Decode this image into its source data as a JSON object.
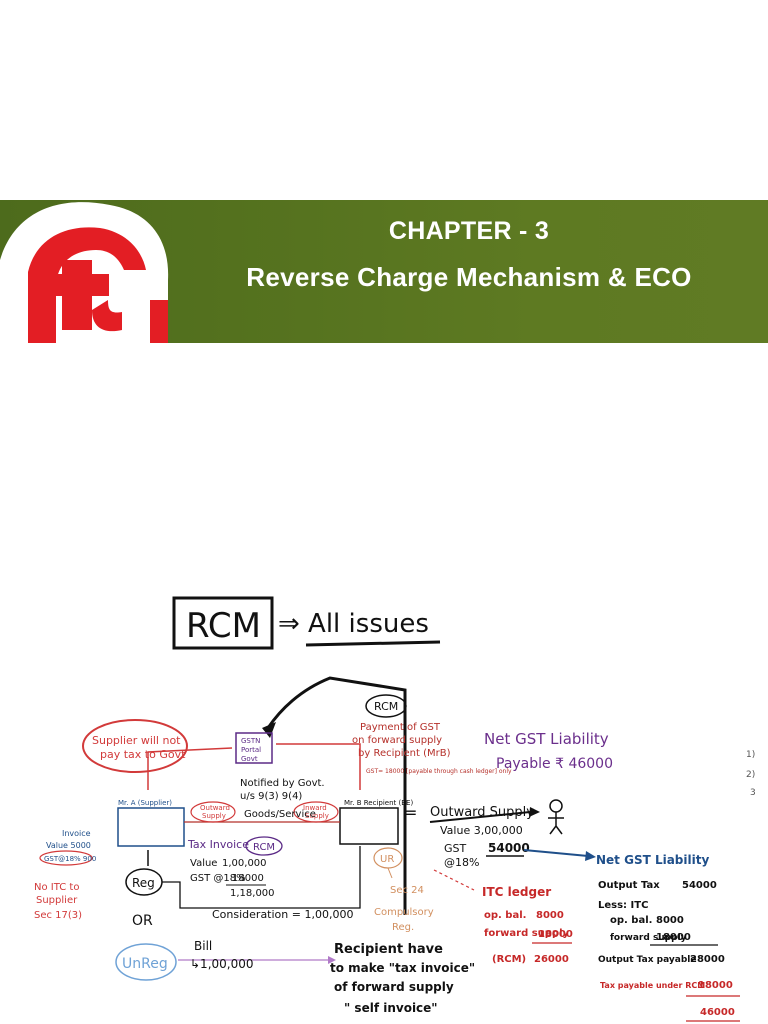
{
  "banner": {
    "chapter": "CHAPTER - 3",
    "title": "Reverse Charge Mechanism & ECO",
    "logo_icon": "tg-logo-icon",
    "bg_color": "#5a7620",
    "logo_red": "#e31e24"
  },
  "notes": {
    "heading_left": "RCM",
    "heading_right": "⇒ All issues",
    "rcm_circle": "RCM",
    "rcm_payment": [
      "Payment of GST",
      "on forward supply",
      "by Recipient (MrB)"
    ],
    "rcm_gst": "GST= 18000 [payable through cash ledger] only",
    "supplier_note": [
      "Supplier will not",
      "pay tax to Govt"
    ],
    "gstn_box": [
      "GSTN",
      "Portal",
      "Govt"
    ],
    "net_gst_top": "Net GST Liability",
    "payable_top": "Payable ₹ 46000",
    "notified": [
      "Notified by Govt.",
      "u/s 9(3) 9(4)"
    ],
    "goods_service": "Goods/Service",
    "supplier_label": "Mr. A (Supplier)",
    "recipient_label": "Mr. B Recipient (BE)",
    "outward_box": [
      "Outward",
      "Supply"
    ],
    "inward_box": [
      "Inward",
      "Supply"
    ],
    "outward_supply": "Outward Supply",
    "value_out": "Value 3,00,000",
    "gst_out_label": "GST",
    "gst_out_rate": "@18%",
    "gst_out_value": "54000",
    "invoice_left": [
      "Invoice",
      "Value 5000",
      "GST@18% 900"
    ],
    "no_itc": [
      "No ITC to",
      "Supplier",
      "Sec 17(3)"
    ],
    "tax_invoice": "Tax Invoice",
    "rcm_tag": "RCM",
    "invoice_rows": [
      {
        "label": "Value",
        "value": "1,00,000"
      },
      {
        "label": "GST @18%",
        "value": "18000"
      },
      {
        "label": "",
        "value": "1,18,000"
      }
    ],
    "reg": "Reg",
    "or": "OR",
    "unreg": "UnReg",
    "ur": "UR",
    "sec24": [
      "Sec 24",
      "Compulsory",
      "Reg."
    ],
    "consideration": "Consideration = 1,00,000",
    "bill": [
      "Bill",
      "↳1,00,000"
    ],
    "self_invoice": [
      "Recipient have",
      "to make \"tax invoice\"",
      "of forward supply",
      "\" self invoice\""
    ],
    "itc_ledger": {
      "title": "ITC ledger",
      "rows": [
        {
          "label": "op. bal.",
          "value": "8000"
        },
        {
          "label": "forward supply",
          "value": "18000"
        },
        {
          "label": "(RCM)",
          "value": "26000"
        }
      ]
    },
    "net_gst_right": {
      "title": "Net GST Liability",
      "rows": [
        {
          "label": "Output Tax",
          "value": "54000"
        },
        {
          "label": "Less: ITC",
          "value": ""
        },
        {
          "label": "op. bal.",
          "value": "8000"
        },
        {
          "label": "forward supply",
          "value": "18000"
        },
        {
          "label": "Output Tax payable",
          "value": "28000"
        },
        {
          "label": "Tax payable under RCM",
          "value": "18000"
        },
        {
          "label": "",
          "value": "46000"
        }
      ]
    },
    "margin_marks": [
      "1)",
      "2)",
      "3"
    ]
  }
}
